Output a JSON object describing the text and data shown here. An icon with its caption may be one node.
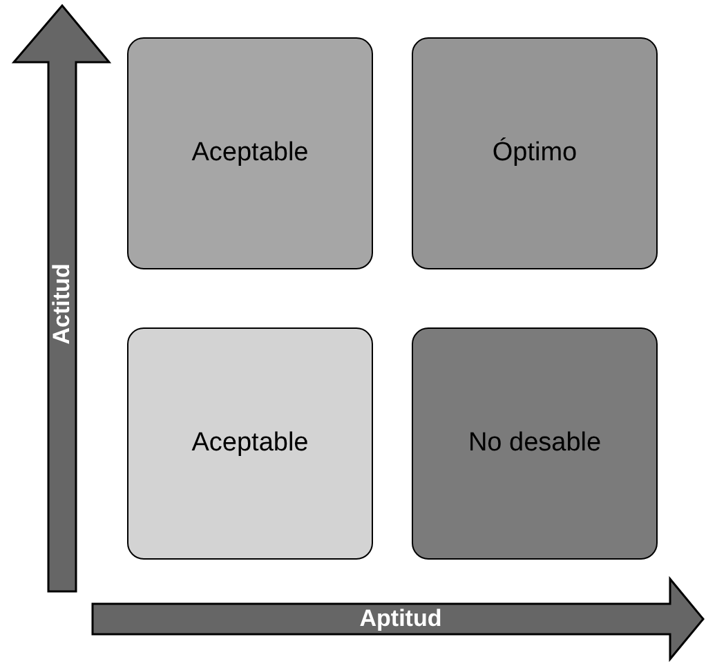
{
  "diagram": {
    "nodes": [
      {
        "text": [
          "Aceptable"
        ]
      },
      {
        "text": [
          "Óptimo"
        ]
      },
      {
        "text": [
          "Aceptable"
        ]
      },
      {
        "text": [
          "No desable"
        ]
      }
    ],
    "labels": [
      "Actitud",
      "Aptitud"
    ]
  }
}
